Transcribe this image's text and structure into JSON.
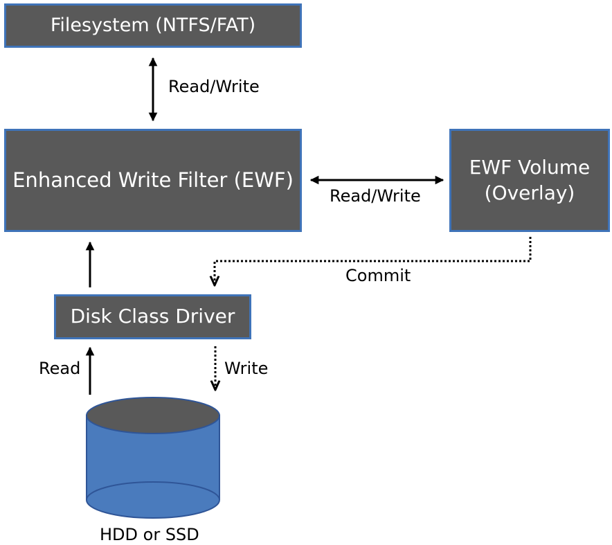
{
  "colors": {
    "box_fill": "#595959",
    "box_border": "#3f73b8",
    "box_text": "#ffffff",
    "cylinder_fill": "#4a7bbd",
    "cylinder_top": "#595959",
    "cylinder_stroke": "#2f5597",
    "arrow": "#000000"
  },
  "nodes": {
    "filesystem": "Filesystem (NTFS/FAT)",
    "ewf": "Enhanced Write Filter (EWF)",
    "ewf_volume_line1": "EWF Volume",
    "ewf_volume_line2": "(Overlay)",
    "disk_class_driver": "Disk Class Driver",
    "disk": "HDD or SSD"
  },
  "edges": {
    "fs_ewf": "Read/Write",
    "ewf_volume": "Read/Write",
    "commit": "Commit",
    "read": "Read",
    "write": "Write"
  }
}
